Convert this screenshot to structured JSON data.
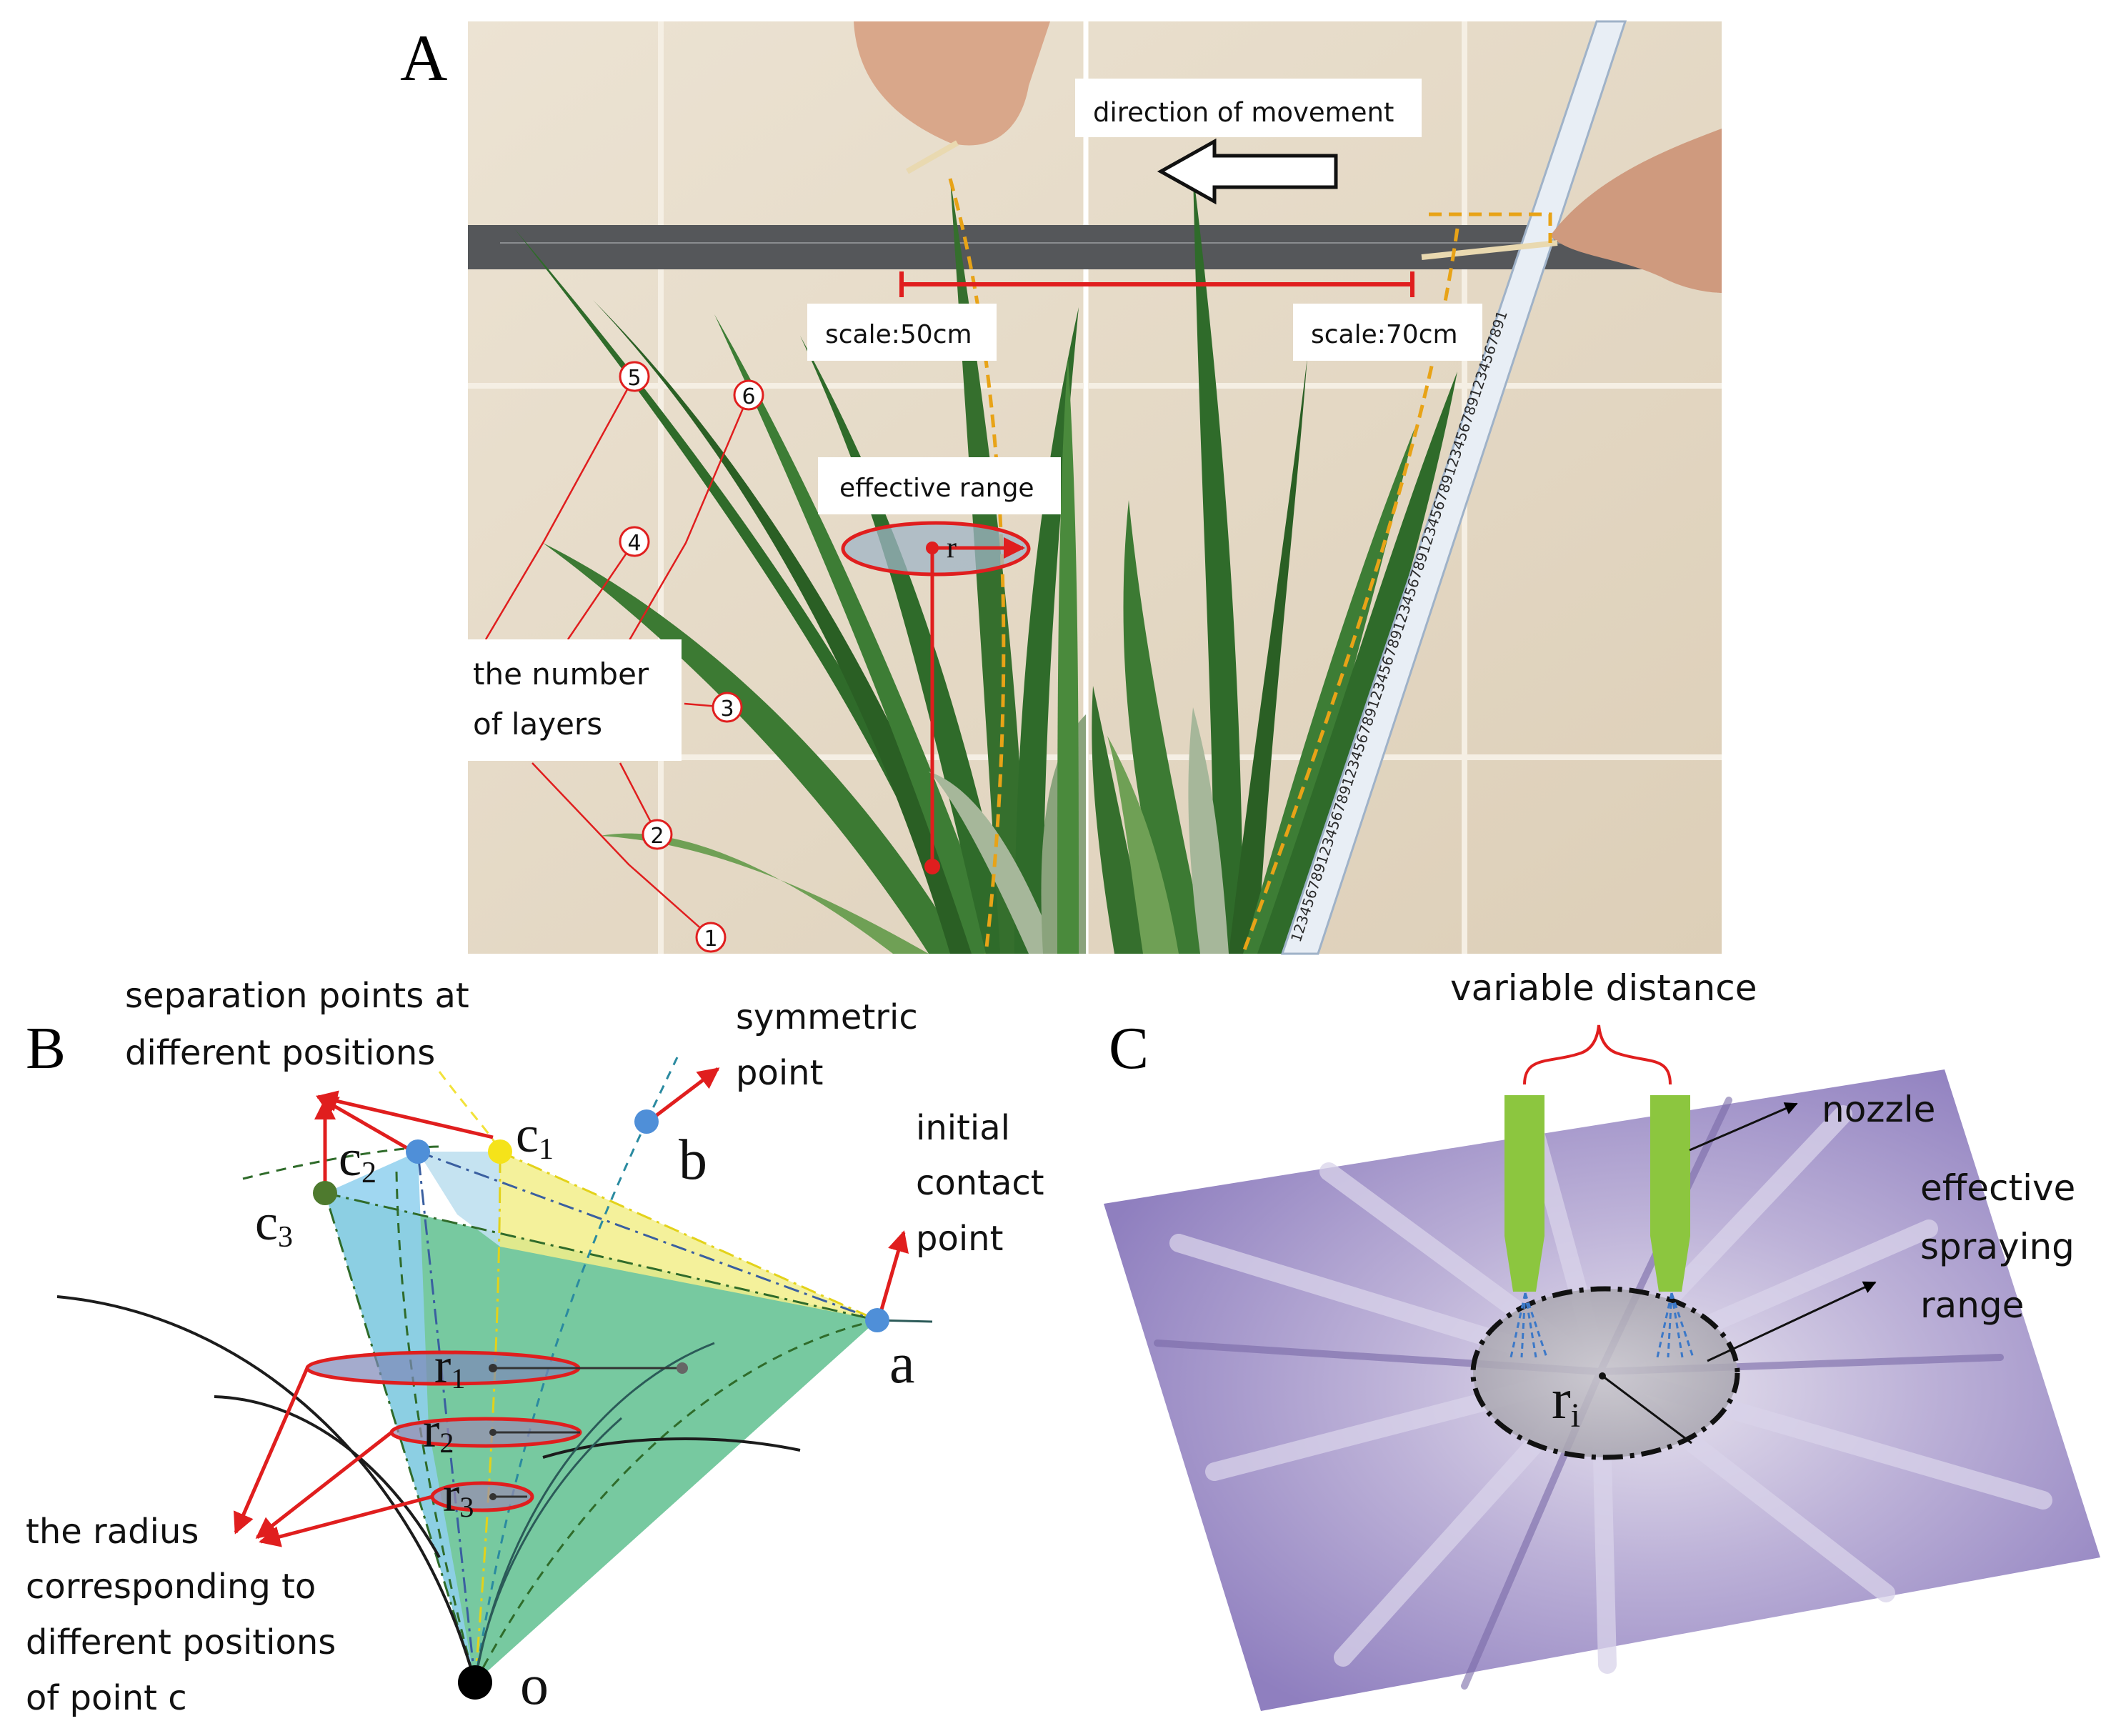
{
  "panel_a": {
    "label": "A",
    "direction_label": "direction of movement",
    "scale_left": "scale:50cm",
    "scale_right": "scale:70cm",
    "effective_range": "effective range",
    "radius_label": "r",
    "layers_label_line1": "the number",
    "layers_label_line2": "of layers",
    "layer_numbers": [
      "1",
      "2",
      "3",
      "4",
      "5",
      "6"
    ],
    "tape_digits": "1234567891234567891234567891234567891234567891234567891234567891234567891"
  },
  "panel_b": {
    "label": "B",
    "separation_line1": "separation points at",
    "separation_line2": "different positions",
    "symmetric_line1": "symmetric",
    "symmetric_line2": "point",
    "initial_line1": "initial",
    "initial_line2": "contact",
    "initial_line3": "point",
    "radius_line1": "the radius",
    "radius_line2": "corresponding to",
    "radius_line3": "different positions",
    "radius_line4": "of point c",
    "point_a": "a",
    "point_b": "b",
    "point_o": "o",
    "c1_main": "c",
    "c1_sub": "1",
    "c2_main": "c",
    "c2_sub": "2",
    "c3_main": "c",
    "c3_sub": "3",
    "r1_main": "r",
    "r1_sub": "1",
    "r2_main": "r",
    "r2_sub": "2",
    "r3_main": "r",
    "r3_sub": "3"
  },
  "panel_c": {
    "label": "C",
    "variable_distance": "variable distance",
    "nozzle": "nozzle",
    "spray_line1": "effective",
    "spray_line2": "spraying",
    "spray_line3": "range",
    "ri_main": "r",
    "ri_sub": "i"
  },
  "colors": {
    "leaf_dark": "#2f6b2a",
    "leaf_light": "#6fa055",
    "tile": "#e8dcc8",
    "annotation_red": "#e01e1e",
    "dashed_yellow": "#e8a317",
    "point_blue": "#4f8fd8",
    "point_yellow": "#f5e31a",
    "point_green": "#4e7a2e",
    "fan_green": "#5fc08f",
    "fan_blue": "#8fd0ee",
    "fan_yellow": "#f2ef8a",
    "nozzle_green": "#8cc63f",
    "purple_leaves": "#a79bc9"
  }
}
